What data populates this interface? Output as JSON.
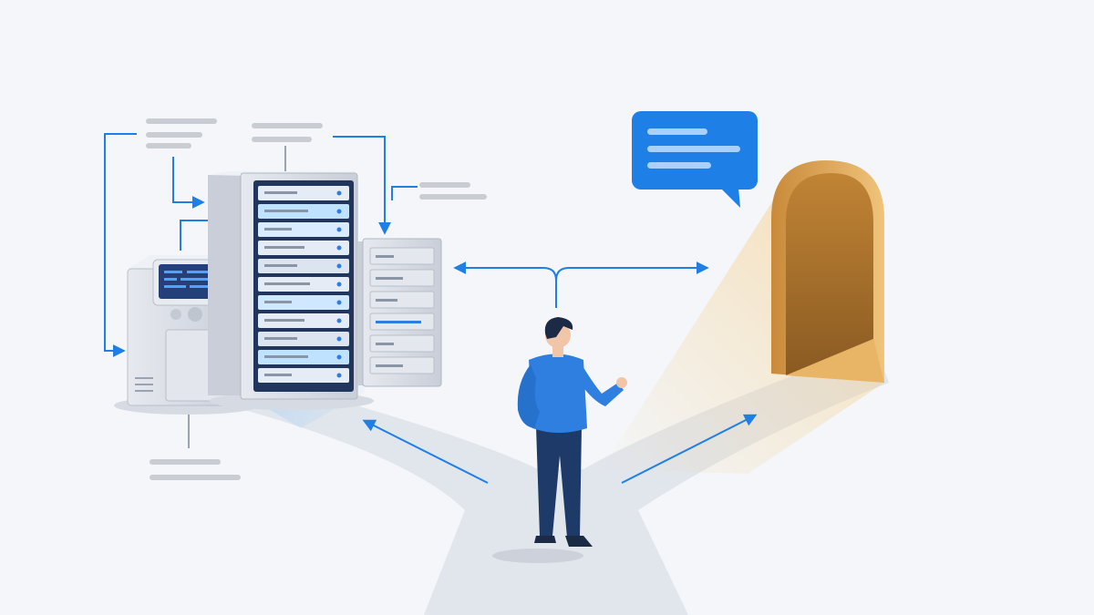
{
  "scene": {
    "kind": "flat vector illustration",
    "left_option": "server-stack",
    "right_option": "open-doorway",
    "center": "person-at-fork"
  },
  "colors": {
    "background": "#f4f6f9",
    "path": "#e1e5ec",
    "accent_blue": "#1e7fe6",
    "placeholder_line": "#c9ccd2",
    "server_body": "#dfe3ea",
    "server_screen": "#24407a",
    "door_gold": "#d9a04a",
    "door_interior": "#b97a2c",
    "shirt": "#2e7fe0",
    "pants": "#1e3a68",
    "hair": "#1d2a45",
    "skin": "#f1c6a8"
  },
  "icons": {
    "chat": "speech-bubble-icon",
    "server": "server-rack-icon",
    "arrow": "arrow-icon"
  }
}
